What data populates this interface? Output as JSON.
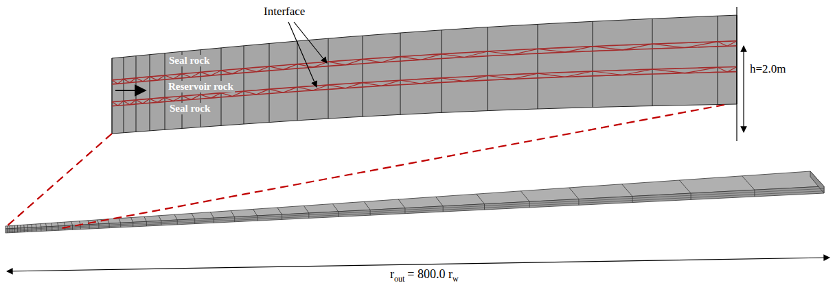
{
  "diagram": {
    "labels": [
      "Interface",
      "Seal rock",
      "Reservoir rock",
      "Seal rock",
      "h=2.0m",
      "r",
      "out",
      "= 800.0 r",
      "w"
    ]
  }
}
